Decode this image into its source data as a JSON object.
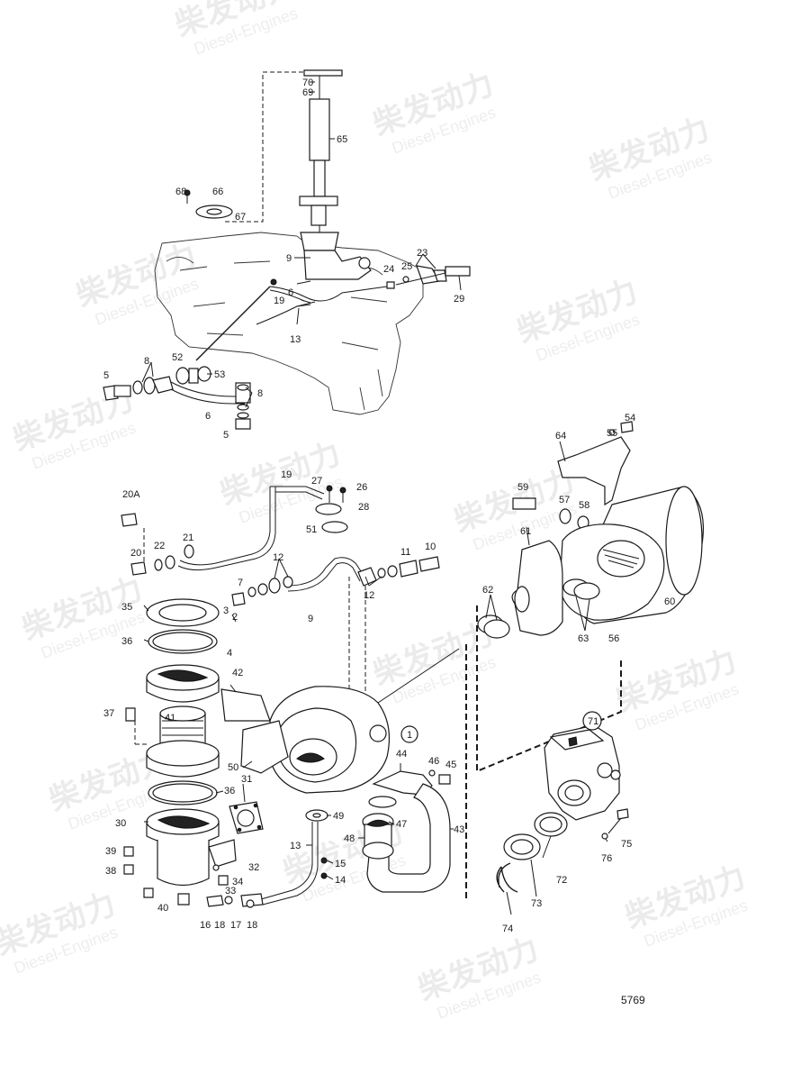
{
  "watermark": {
    "brand": "柴发动力",
    "subtitle": "Diesel-Engines"
  },
  "figure_number": "5769",
  "callouts": {
    "c1": "1",
    "c2": "2",
    "c3": "3",
    "c4": "4",
    "c5a": "5",
    "c5b": "5",
    "c6a": "6",
    "c6b": "6",
    "c7": "7",
    "c8a": "8",
    "c8b": "8",
    "c9a": "9",
    "c9b": "9",
    "c10": "10",
    "c11": "11",
    "c12a": "12",
    "c12b": "12",
    "c13a": "13",
    "c13b": "13",
    "c14": "14",
    "c15": "15",
    "c16": "16",
    "c17": "17",
    "c18a": "18",
    "c18b": "18",
    "c19a": "19",
    "c19b": "19",
    "c20": "20",
    "c20A": "20A",
    "c21": "21",
    "c22": "22",
    "c23": "23",
    "c24": "24",
    "c25": "25",
    "c26": "26",
    "c27": "27",
    "c28": "28",
    "c29": "29",
    "c30": "30",
    "c31": "31",
    "c32": "32",
    "c33": "33",
    "c34": "34",
    "c35": "35",
    "c36a": "36",
    "c36b": "36",
    "c37": "37",
    "c38": "38",
    "c39": "39",
    "c40": "40",
    "c41": "41",
    "c42": "42",
    "c43": "43",
    "c44": "44",
    "c45": "45",
    "c46": "46",
    "c47": "47",
    "c48": "48",
    "c49": "49",
    "c50": "50",
    "c51": "51",
    "c52": "52",
    "c53": "53",
    "c54": "54",
    "c55": "55",
    "c56": "56",
    "c57": "57",
    "c58": "58",
    "c59": "59",
    "c60": "60",
    "c61": "61",
    "c62": "62",
    "c63": "63",
    "c64": "64",
    "c65": "65",
    "c66": "66",
    "c67": "67",
    "c68": "68",
    "c69": "69",
    "c70": "70",
    "c71": "71",
    "c72": "72",
    "c73": "73",
    "c74": "74",
    "c75": "75",
    "c76": "76"
  }
}
